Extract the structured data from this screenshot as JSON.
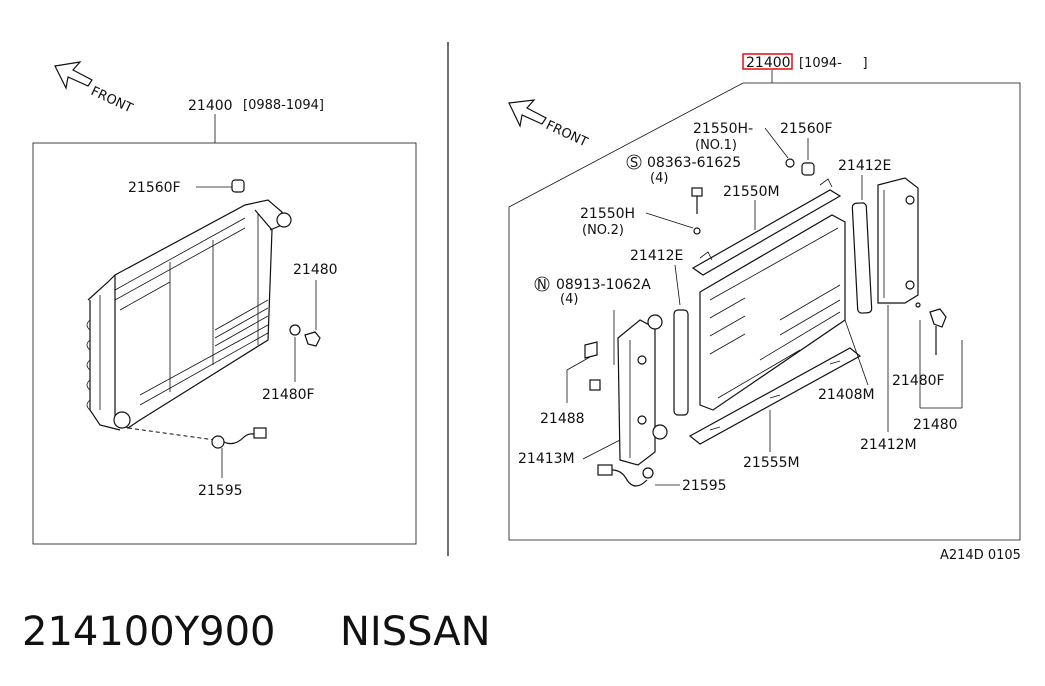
{
  "diagram": {
    "left": {
      "front": "FRONT",
      "assembly": "21400",
      "range": "[0988-1094]",
      "labels": {
        "cap": "21560F",
        "drain": "21480",
        "drain_plug": "21480F",
        "sensor": "21595"
      }
    },
    "right": {
      "front": "FRONT",
      "assembly": "21400",
      "range": "[1094-     ]",
      "highlight_color": "#e02020",
      "labels": {
        "hose1": "21550H-",
        "hose1_no": "(NO.1)",
        "cap": "21560F",
        "bolt": "08363-61625",
        "bolt_qty": "(4)",
        "seal_right": "21412E",
        "upper_bracket": "21550M",
        "hose2": "21550H",
        "hose2_no": "(NO.2)",
        "seal_left": "21412E",
        "nut": "08913-1062A",
        "nut_qty": "(4)",
        "bracket": "21488",
        "core": "21408M",
        "drain_plug": "21480F",
        "right_tank": "21412M",
        "drain": "21480",
        "left_tank": "21413M",
        "lower_bracket": "21555M",
        "sensor": "21595",
        "s_symbol": "S",
        "n_symbol": "N"
      }
    },
    "figure_code": "A214D 0105",
    "caption": {
      "part_number": "214100Y900",
      "brand": "NISSAN"
    }
  }
}
